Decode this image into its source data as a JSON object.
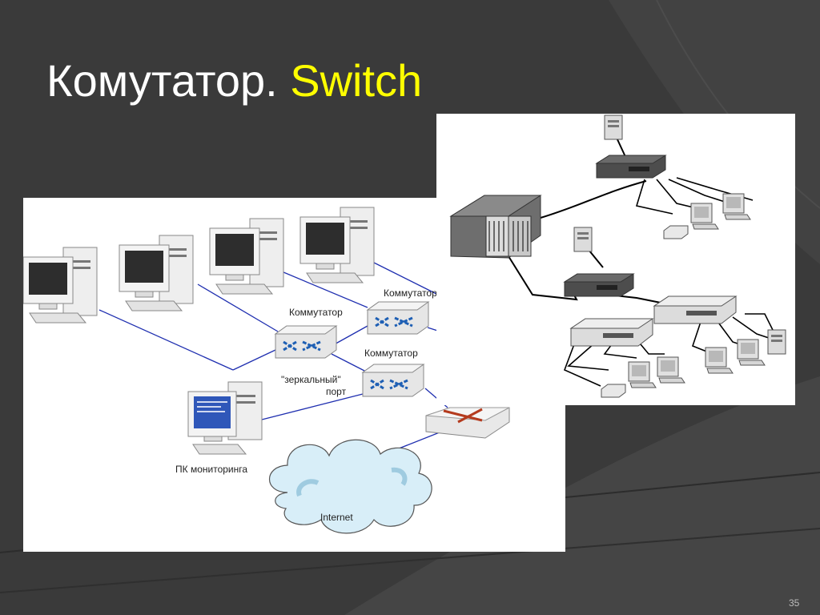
{
  "slide": {
    "title_main": "Комутатор.",
    "title_accent": "Switch",
    "page_number": "35",
    "colors": {
      "background": "#3a3a3a",
      "title": "#ffffff",
      "accent": "#ffff00",
      "link": "#1f2fb0"
    }
  },
  "diagram_left": {
    "switch_label_1": "Коммутатор",
    "switch_label_2": "Коммутатор",
    "switch_label_3": "Коммутатор",
    "mirror_port_line1": "\"зеркальный\"",
    "mirror_port_line2": "порт",
    "monitoring_pc_label": "ПК мониторинга",
    "internet_label": "Internet"
  }
}
